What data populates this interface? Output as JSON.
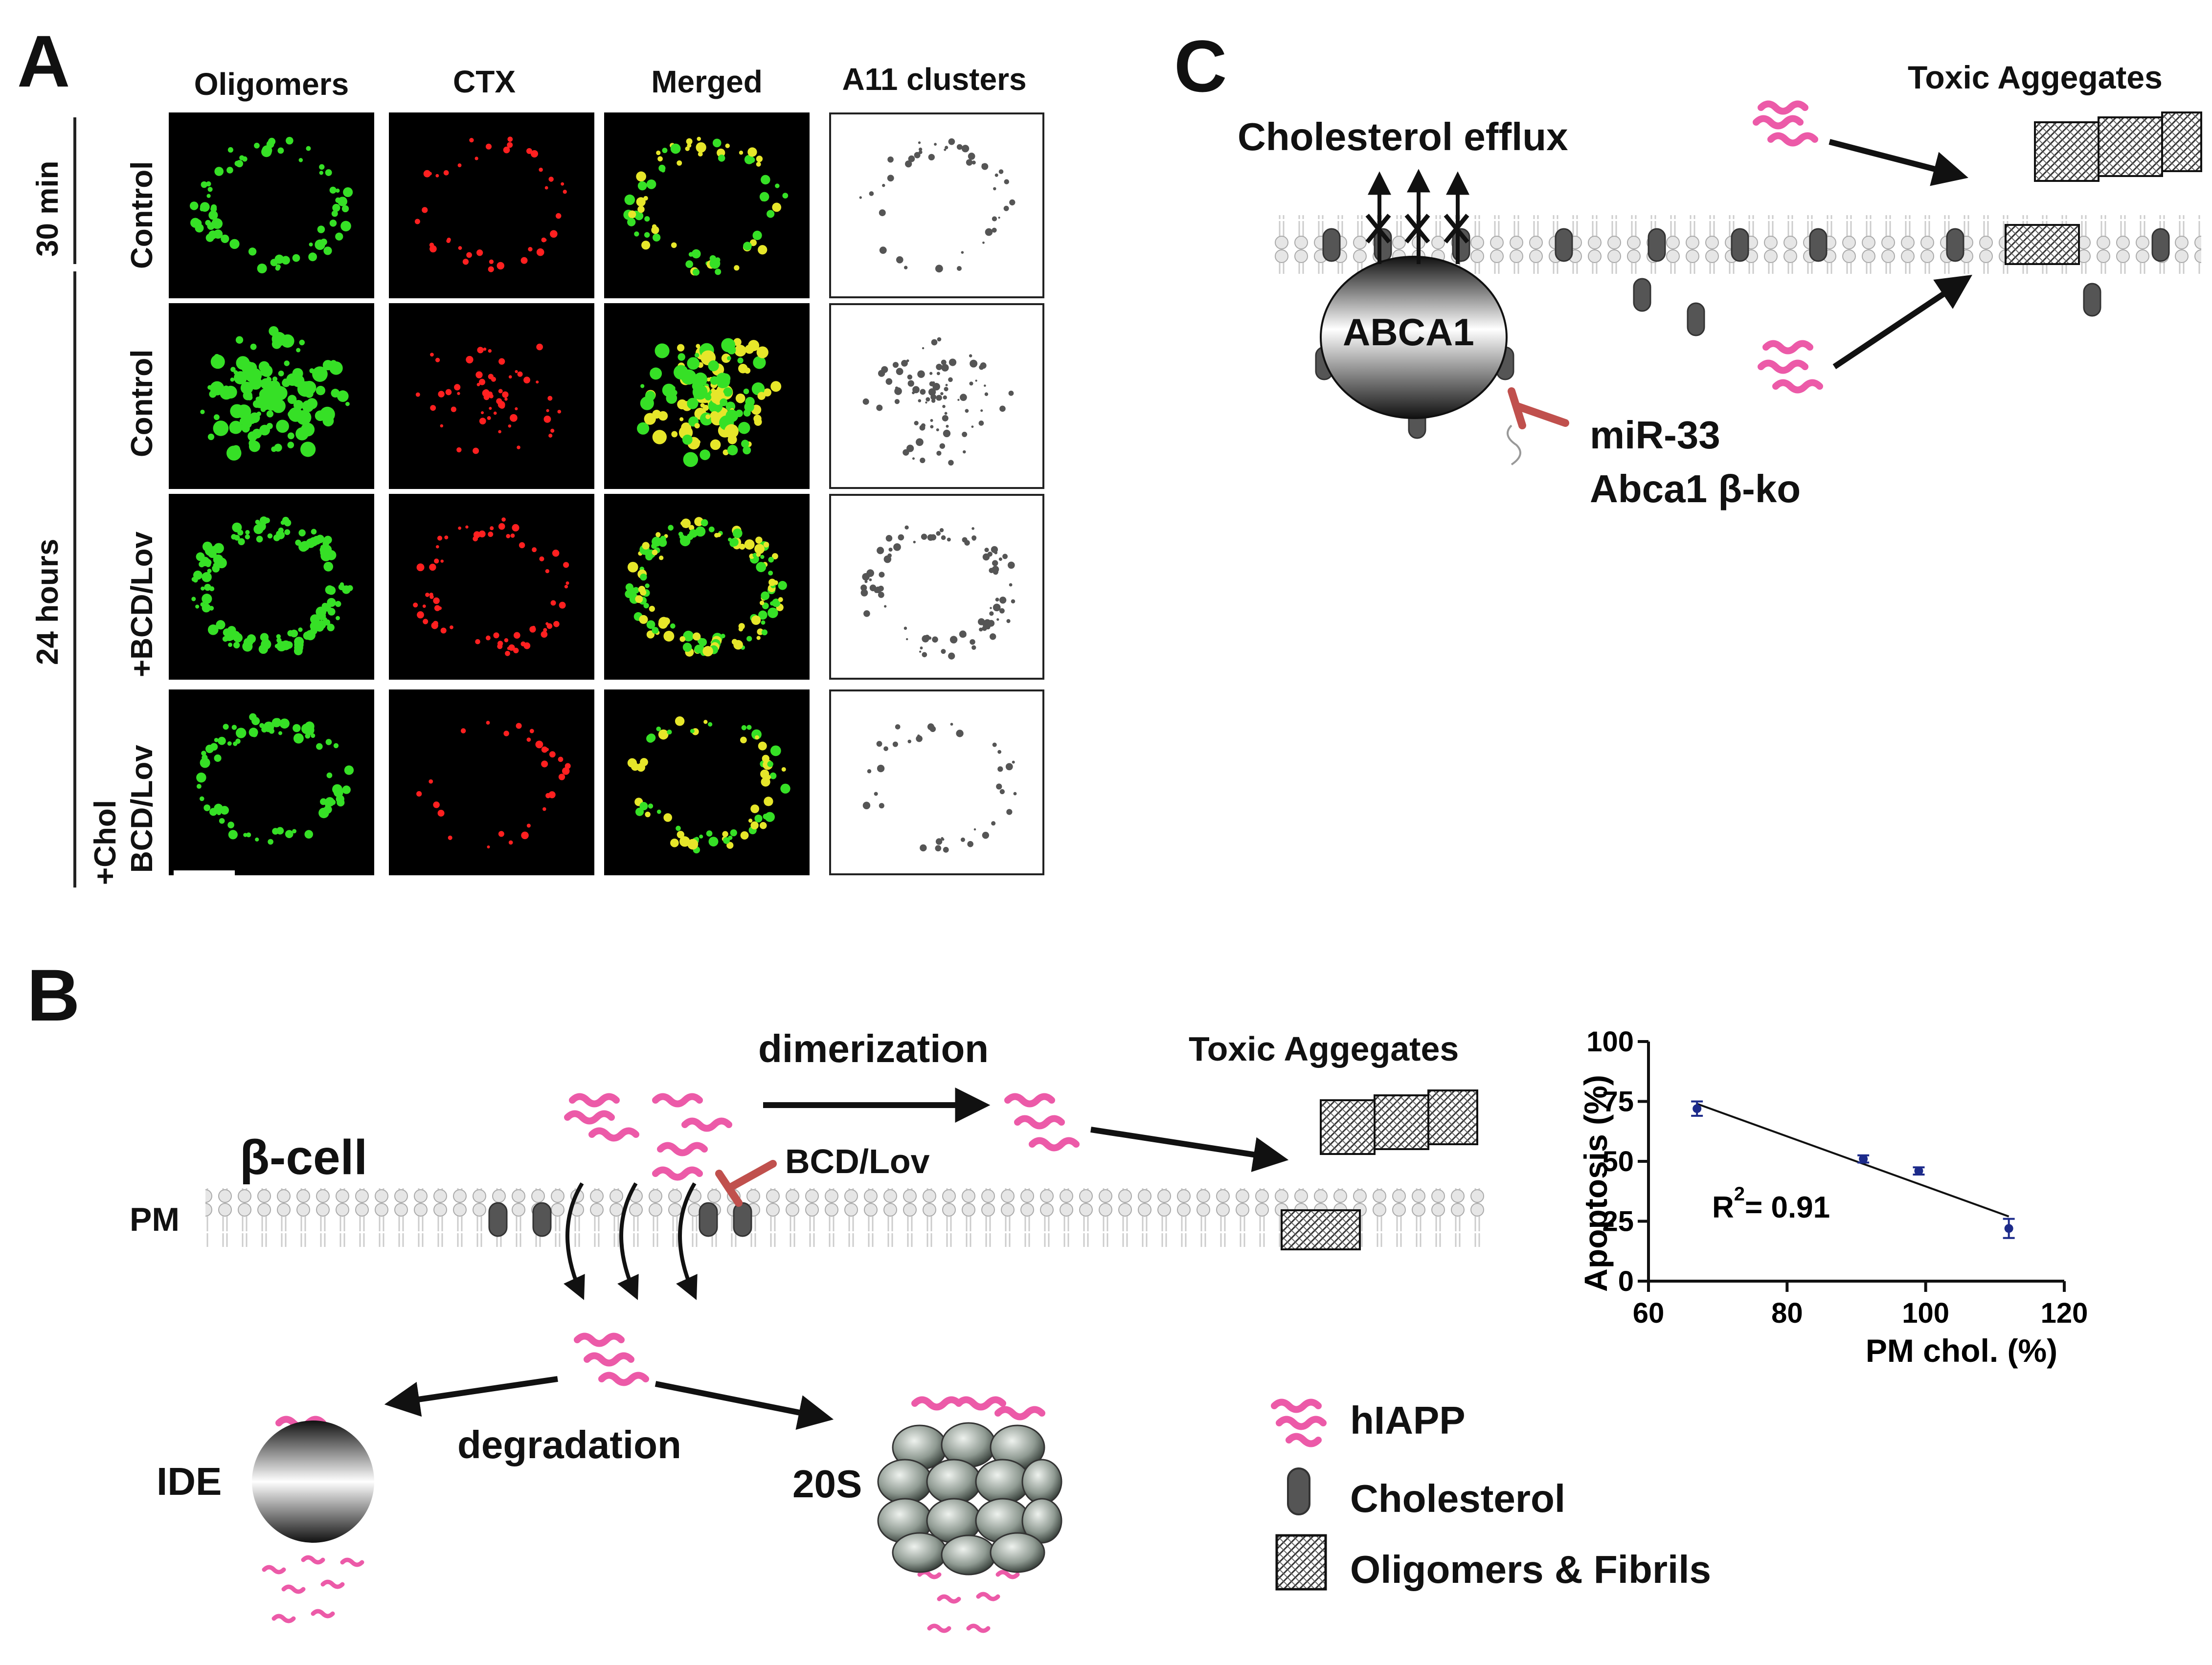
{
  "panelA": {
    "letter": "A",
    "col_headers": [
      "Oligomers",
      "CTX",
      "Merged",
      "A11 clusters"
    ],
    "time_labels": [
      "30 min",
      "24 hours"
    ],
    "row_labels": [
      "Control",
      "Control",
      "+BCD/Lov",
      "BCD/Lov"
    ],
    "extra_row_label": "+Chol"
  },
  "panelB": {
    "letter": "B",
    "beta_cell": "β-cell",
    "pm": "PM",
    "dimerization": "dimerization",
    "toxic": "Toxic Aggegates",
    "inhibitor": "BCD/Lov",
    "degradation": "degradation",
    "ide": "IDE",
    "proteasome": "20S"
  },
  "panelC": {
    "letter": "C",
    "efflux": "Cholesterol efflux",
    "toxic": "Toxic Aggegates",
    "abca1": "ABCA1",
    "mir": "miR-33",
    "ko": "Abca1 β-ko"
  },
  "legend": {
    "items": [
      {
        "icon": "hiapp-icon",
        "label": "hIAPP"
      },
      {
        "icon": "cholesterol-icon",
        "label": "Cholesterol"
      },
      {
        "icon": "fibril-icon",
        "label": "Oligomers & Fibrils"
      }
    ]
  },
  "colors": {
    "green": "#36e026",
    "red": "#ff2020",
    "yellow": "#e6e62a",
    "hiapp": "#ec5aa8",
    "inhibitor": "#c0504d",
    "series": "#1c2a8a"
  },
  "chart_data": {
    "type": "scatter",
    "title": "",
    "xlabel": "PM chol. (%)",
    "ylabel": "Apoptosis (%)",
    "xlim": [
      60,
      120
    ],
    "ylim": [
      0,
      100
    ],
    "xticks": [
      60,
      80,
      100,
      120
    ],
    "yticks": [
      0,
      25,
      50,
      75,
      100
    ],
    "points": [
      {
        "x": 67,
        "y": 72,
        "err": 3
      },
      {
        "x": 91,
        "y": 51,
        "err": 1.5
      },
      {
        "x": 99,
        "y": 46,
        "err": 1.5
      },
      {
        "x": 112,
        "y": 22,
        "err": 4
      }
    ],
    "fit_line": {
      "x": [
        67,
        112
      ],
      "y": [
        74,
        27
      ]
    },
    "annotation": "R",
    "annotation_sup": "2",
    "annotation_value": "= 0.91",
    "grid": false,
    "legend": "none"
  }
}
